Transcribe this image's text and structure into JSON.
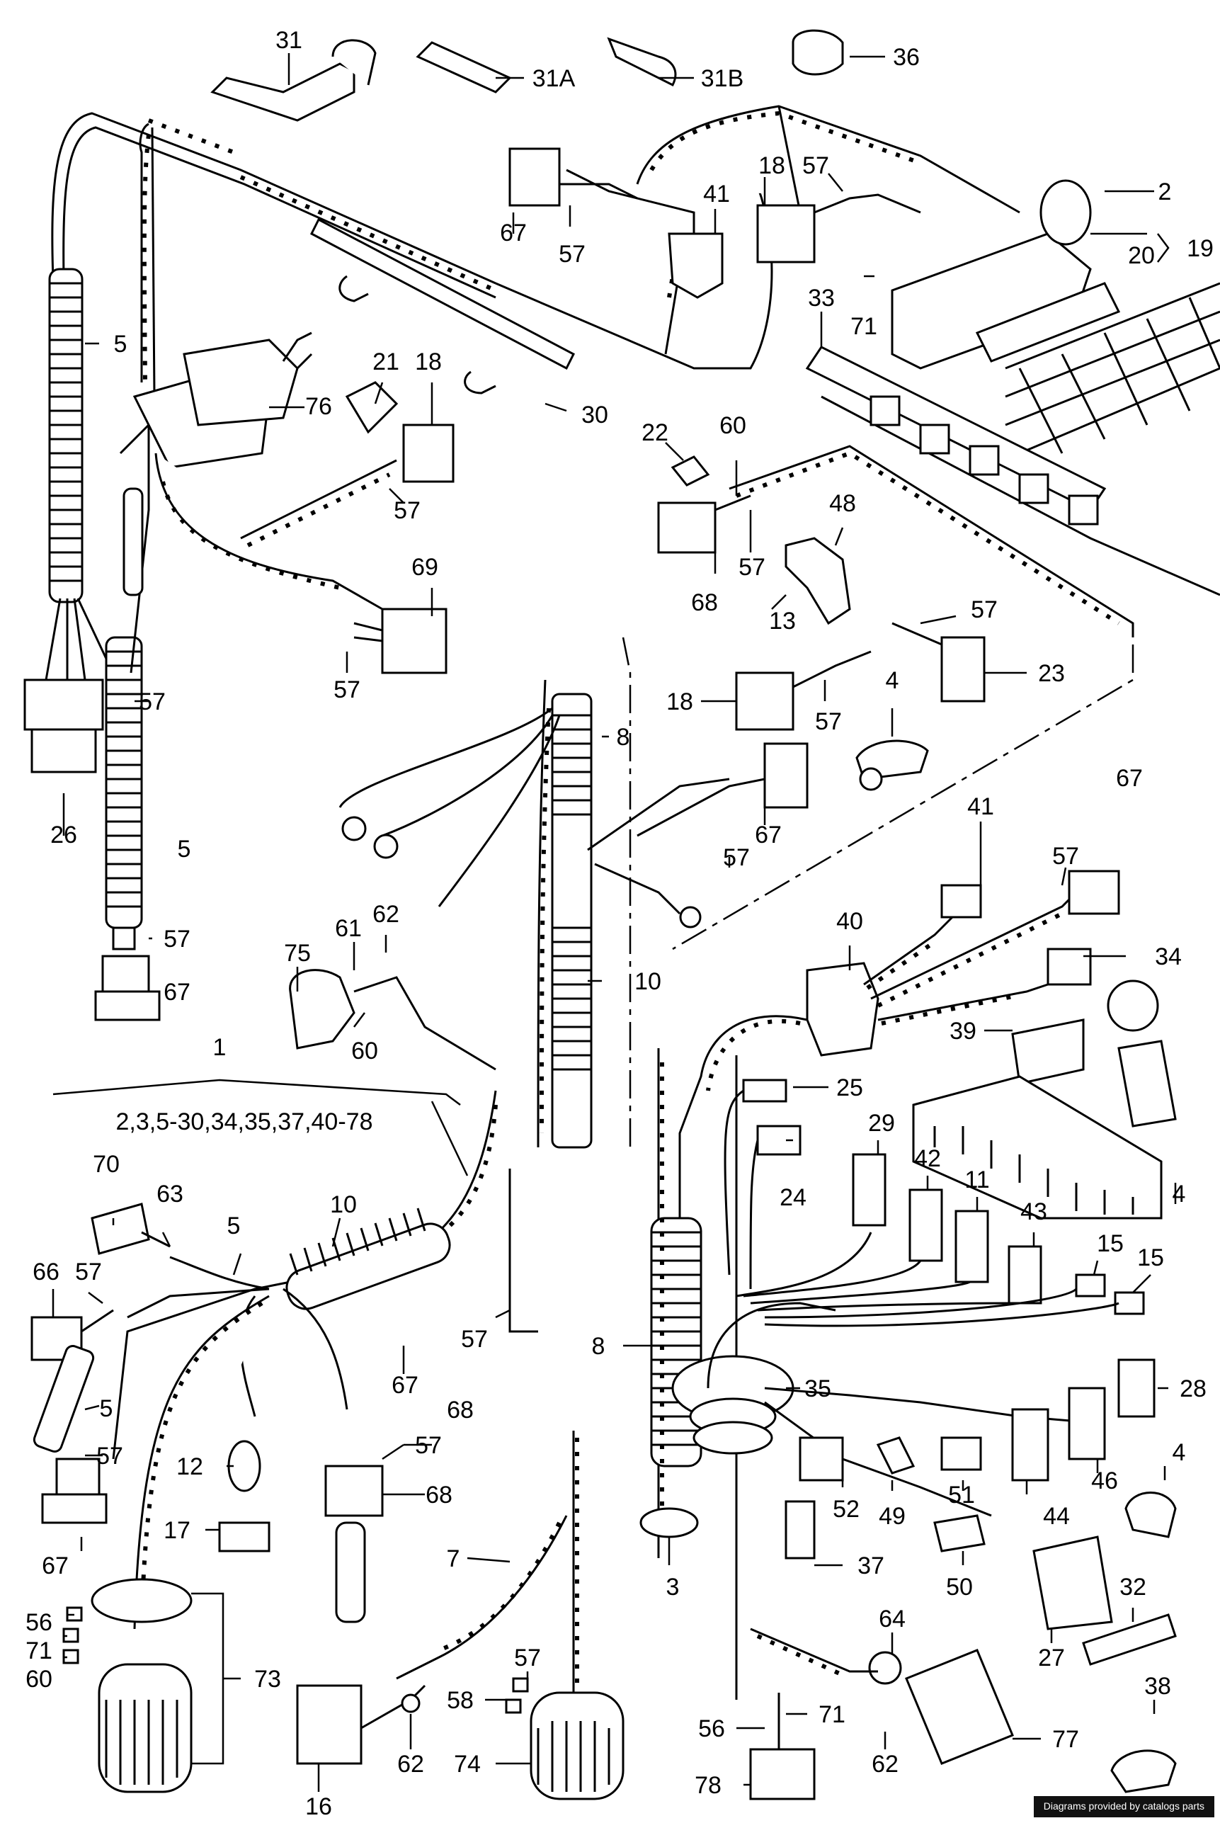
{
  "diagram": {
    "group_label": {
      "number": "1",
      "range": "2,3,5-30,34,35,37,40-78"
    },
    "callouts": [
      {
        "id": "c31",
        "text": "31"
      },
      {
        "id": "c31A",
        "text": "31A"
      },
      {
        "id": "c31B",
        "text": "31B"
      },
      {
        "id": "c36",
        "text": "36"
      },
      {
        "id": "c2",
        "text": "2"
      },
      {
        "id": "c19",
        "text": "19"
      },
      {
        "id": "c20",
        "text": "20"
      },
      {
        "id": "c18a",
        "text": "18"
      },
      {
        "id": "c57a",
        "text": "57"
      },
      {
        "id": "c41a",
        "text": "41"
      },
      {
        "id": "c67a",
        "text": "67"
      },
      {
        "id": "c57b",
        "text": "57"
      },
      {
        "id": "c71a",
        "text": "71"
      },
      {
        "id": "c33",
        "text": "33"
      },
      {
        "id": "c5a",
        "text": "5"
      },
      {
        "id": "c30",
        "text": "30"
      },
      {
        "id": "c21",
        "text": "21"
      },
      {
        "id": "c18b",
        "text": "18"
      },
      {
        "id": "c76",
        "text": "76"
      },
      {
        "id": "c57c",
        "text": "57"
      },
      {
        "id": "c22",
        "text": "22"
      },
      {
        "id": "c60a",
        "text": "60"
      },
      {
        "id": "c48",
        "text": "48"
      },
      {
        "id": "c57d",
        "text": "57"
      },
      {
        "id": "c68a",
        "text": "68"
      },
      {
        "id": "c13",
        "text": "13"
      },
      {
        "id": "c57e",
        "text": "57"
      },
      {
        "id": "c23",
        "text": "23"
      },
      {
        "id": "c69",
        "text": "69"
      },
      {
        "id": "c57f",
        "text": "57"
      },
      {
        "id": "c57g",
        "text": "57"
      },
      {
        "id": "c18c",
        "text": "18"
      },
      {
        "id": "c57h",
        "text": "57"
      },
      {
        "id": "c4a",
        "text": "4"
      },
      {
        "id": "c8a",
        "text": "8"
      },
      {
        "id": "c26",
        "text": "26"
      },
      {
        "id": "c67b",
        "text": "67"
      },
      {
        "id": "c57i",
        "text": "57"
      },
      {
        "id": "c67c",
        "text": "67"
      },
      {
        "id": "c41b",
        "text": "41"
      },
      {
        "id": "c57j",
        "text": "57"
      },
      {
        "id": "c5b",
        "text": "5"
      },
      {
        "id": "c40",
        "text": "40"
      },
      {
        "id": "c57k",
        "text": "57"
      },
      {
        "id": "c67d",
        "text": "67"
      },
      {
        "id": "c34",
        "text": "34"
      },
      {
        "id": "c75",
        "text": "75"
      },
      {
        "id": "c61",
        "text": "61"
      },
      {
        "id": "c62a",
        "text": "62"
      },
      {
        "id": "c10a",
        "text": "10"
      },
      {
        "id": "c60b",
        "text": "60"
      },
      {
        "id": "c39",
        "text": "39"
      },
      {
        "id": "c25",
        "text": "25"
      },
      {
        "id": "c29",
        "text": "29"
      },
      {
        "id": "c24",
        "text": "24"
      },
      {
        "id": "c42",
        "text": "42"
      },
      {
        "id": "c11",
        "text": "11"
      },
      {
        "id": "c43",
        "text": "43"
      },
      {
        "id": "c4b",
        "text": "4"
      },
      {
        "id": "c15a",
        "text": "15"
      },
      {
        "id": "c15b",
        "text": "15"
      },
      {
        "id": "c70",
        "text": "70"
      },
      {
        "id": "c63",
        "text": "63"
      },
      {
        "id": "c5c",
        "text": "5"
      },
      {
        "id": "c10b",
        "text": "10"
      },
      {
        "id": "c66",
        "text": "66"
      },
      {
        "id": "c57l",
        "text": "57"
      },
      {
        "id": "c67e",
        "text": "67"
      },
      {
        "id": "c57m",
        "text": "57"
      },
      {
        "id": "c8b",
        "text": "8"
      },
      {
        "id": "c35",
        "text": "35"
      },
      {
        "id": "c28",
        "text": "28"
      },
      {
        "id": "c5d",
        "text": "5"
      },
      {
        "id": "c68b",
        "text": "68"
      },
      {
        "id": "c57n",
        "text": "57"
      },
      {
        "id": "c57o",
        "text": "57"
      },
      {
        "id": "c12",
        "text": "12"
      },
      {
        "id": "c68c",
        "text": "68"
      },
      {
        "id": "c52",
        "text": "52"
      },
      {
        "id": "c49",
        "text": "49"
      },
      {
        "id": "c51",
        "text": "51"
      },
      {
        "id": "c44",
        "text": "44"
      },
      {
        "id": "c46",
        "text": "46"
      },
      {
        "id": "c4c",
        "text": "4"
      },
      {
        "id": "c17",
        "text": "17"
      },
      {
        "id": "c67f",
        "text": "67"
      },
      {
        "id": "c7",
        "text": "7"
      },
      {
        "id": "c3",
        "text": "3"
      },
      {
        "id": "c37",
        "text": "37"
      },
      {
        "id": "c50",
        "text": "50"
      },
      {
        "id": "c32",
        "text": "32"
      },
      {
        "id": "c27",
        "text": "27"
      },
      {
        "id": "c56a",
        "text": "56"
      },
      {
        "id": "c71b",
        "text": "71"
      },
      {
        "id": "c60c",
        "text": "60"
      },
      {
        "id": "c73",
        "text": "73"
      },
      {
        "id": "c57p",
        "text": "57"
      },
      {
        "id": "c64",
        "text": "64"
      },
      {
        "id": "c58",
        "text": "58"
      },
      {
        "id": "c38",
        "text": "38"
      },
      {
        "id": "c56b",
        "text": "56"
      },
      {
        "id": "c71c",
        "text": "71"
      },
      {
        "id": "c62b",
        "text": "62"
      },
      {
        "id": "c77",
        "text": "77"
      },
      {
        "id": "c62c",
        "text": "62"
      },
      {
        "id": "c74",
        "text": "74"
      },
      {
        "id": "c16",
        "text": "16"
      },
      {
        "id": "c78",
        "text": "78"
      }
    ]
  },
  "footer": {
    "credit": "Diagrams provided by catalogs parts"
  }
}
